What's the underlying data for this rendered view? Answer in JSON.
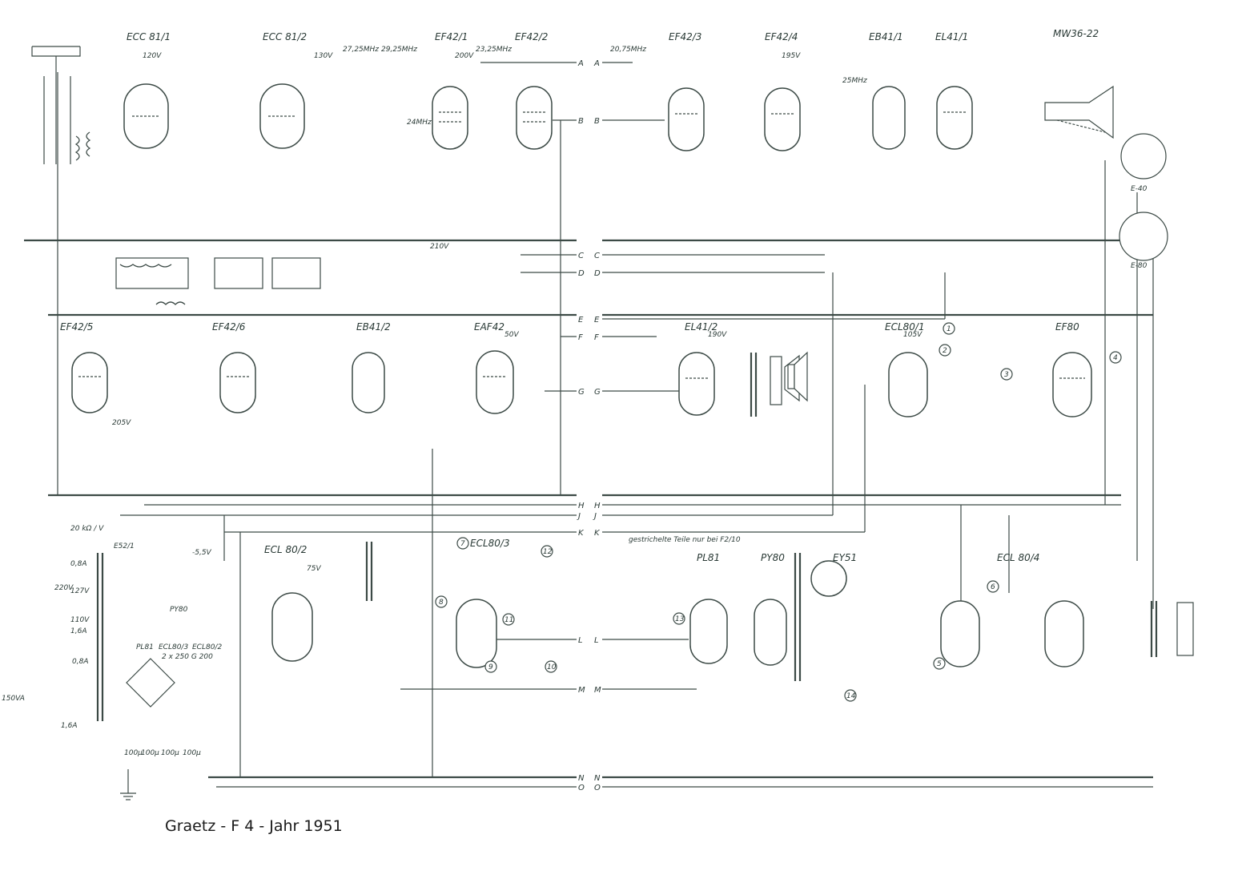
{
  "title": "Graetz - F 4 - Jahr 1951",
  "note": "gestrichelte Teile nur bei F2/10",
  "meter_note": "20 kΩ / V",
  "crt": "MW36-22",
  "socket_labels": [
    "E-40",
    "E-80"
  ],
  "tubes": [
    "ECC 81/1",
    "ECC 81/2",
    "EF42/1",
    "EF42/2",
    "EF42/3",
    "EF42/4",
    "EB41/1",
    "EL41/1",
    "EF42/5",
    "EF42/6",
    "EB41/2",
    "EAF42",
    "EL41/2",
    "ECL80/1",
    "EF80",
    "ECL 80/2",
    "ECL80/3",
    "PL81",
    "PY80",
    "EY51",
    "ECL 80/4"
  ],
  "rails": {
    "right": [
      "A",
      "B",
      "C",
      "D",
      "E",
      "F",
      "G",
      "H",
      "J",
      "K",
      "L",
      "M",
      "N",
      "O"
    ],
    "left": [
      "A",
      "B",
      "C",
      "D",
      "E",
      "F",
      "G",
      "H",
      "J",
      "K",
      "L",
      "M",
      "N",
      "O"
    ]
  },
  "voltages": [
    "120V",
    "130V",
    "200V",
    "195V",
    "190V",
    "105V",
    "75V",
    "50V",
    "210V",
    "205V"
  ],
  "frequencies": [
    "27,25MHz",
    "29,25MHz",
    "23,25MHz",
    "20,75MHz",
    "25MHz",
    "24MHz"
  ],
  "power": {
    "fuses": [
      "0,8A",
      "1,6A",
      "1,6A",
      "0,8A"
    ],
    "mains_taps": [
      "220V",
      "127V",
      "110V"
    ],
    "rating": "150VA",
    "rectifier": "2 x 250 G 200",
    "diode": "E52/1",
    "bias": "-5,5V",
    "heater_groups": [
      "PY80",
      "PL81",
      "ECL80/3",
      "ECL80/2"
    ],
    "filter_caps": [
      "100μ",
      "100μ",
      "100μ",
      "100μ"
    ]
  },
  "markers": [
    "1",
    "2",
    "3",
    "4",
    "5",
    "6",
    "7",
    "8",
    "9",
    "10",
    "11",
    "12",
    "13",
    "14"
  ]
}
